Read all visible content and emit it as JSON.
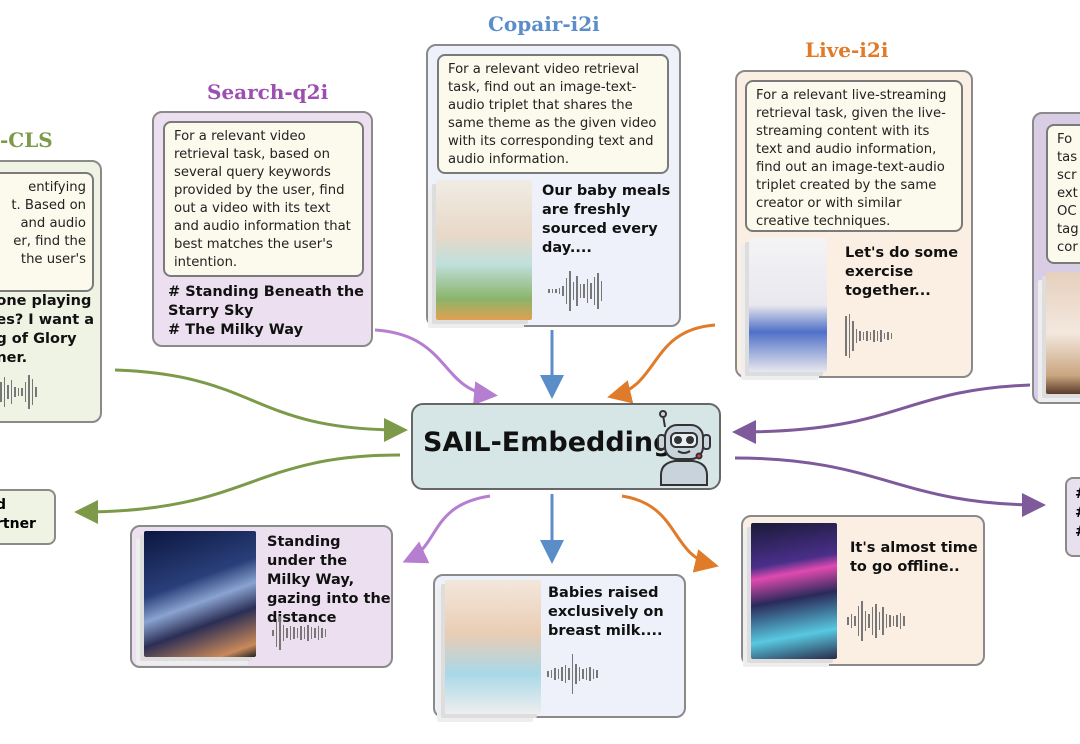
{
  "center": {
    "label": "SAIL-Embedding",
    "icon": "robot-headset-icon",
    "bg": "#d6e6e6"
  },
  "cls": {
    "title": "-CLS",
    "color": "#7d9a4a",
    "instruction": "entifying\nt. Based on\nand audio\ner, find the\n the user's",
    "query": "one playing\nes? I want a\ng of Glory\nner.",
    "output": "d\nrtner"
  },
  "search": {
    "title": "Search-q2i",
    "color": "#9b4fb0",
    "instruction": "For a relevant video retrieval task, based on several query keywords provided by the user, find out a video with its text and audio information that best matches the user's intention.",
    "query": "# Standing Beneath the Starry Sky\n# The Milky Way",
    "output": "Standing under the Milky Way, gazing into the distance"
  },
  "copair": {
    "title": "Copair-i2i",
    "color": "#5b8dc9",
    "instruction": "For a relevant video retrieval task, find out an image-text-audio triplet that shares the same theme as the given video with its corresponding text and audio information.",
    "query": "Our baby meals are freshly sourced every day....",
    "output": "Babies raised exclusively on breast milk...."
  },
  "live": {
    "title": "Live-i2i",
    "color": "#e07b2a",
    "instruction": "For a relevant live-streaming retrieval task, given the live-streaming content with its text and audio information, find out an image-text-audio triplet created by the same creator or with similar creative techniques.",
    "query": "Let's do some exercise together...",
    "output": "It's almost time to go offline.."
  },
  "right": {
    "instruction": "Fo\ntas\nscr\next\nOC\ntag\ncor",
    "output": "#\n#\n#"
  }
}
